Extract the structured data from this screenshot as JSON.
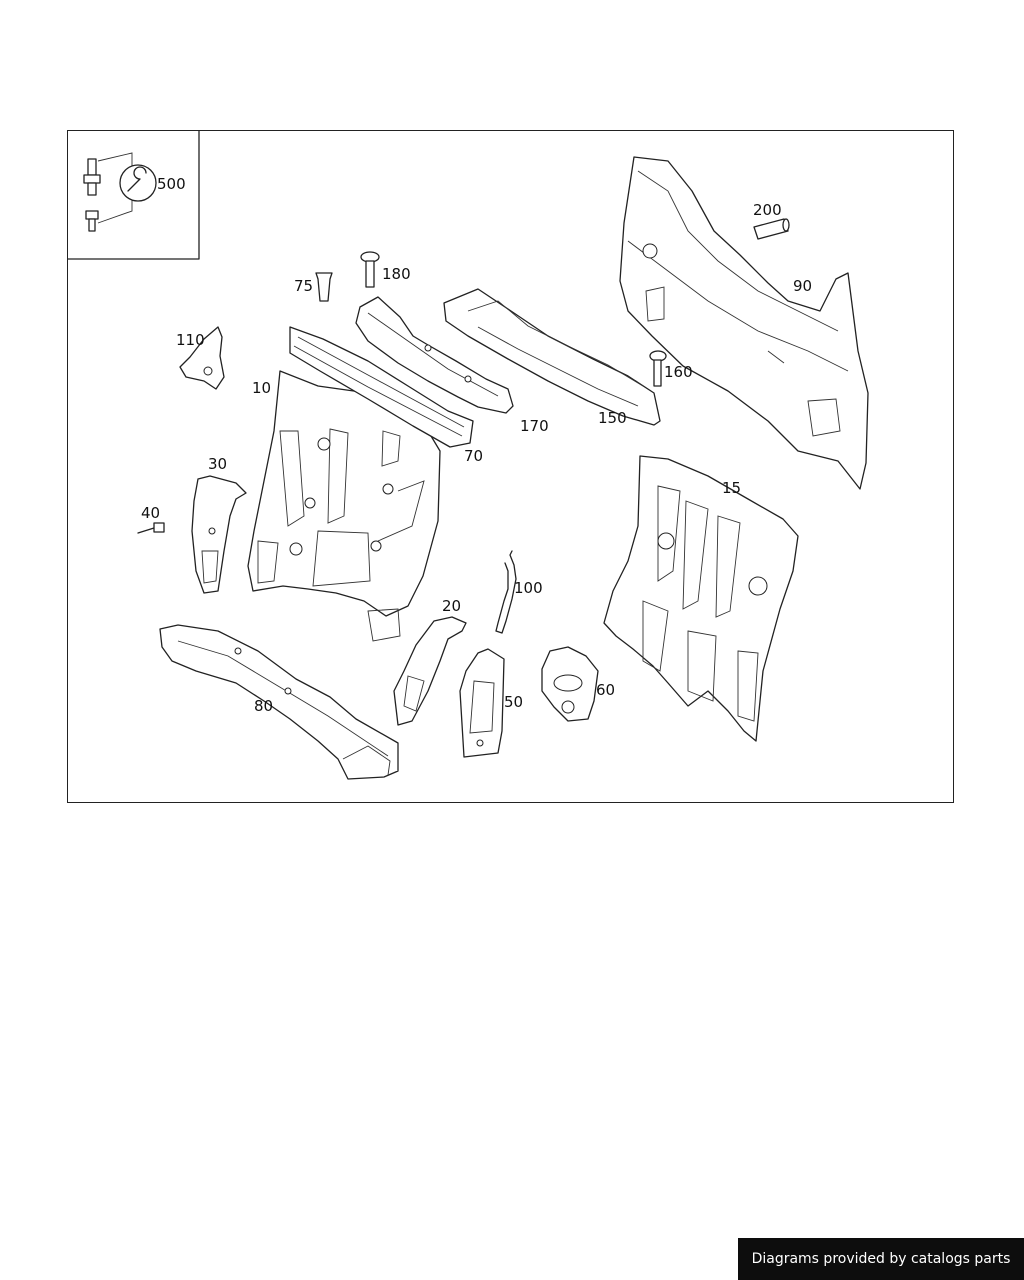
{
  "diagram": {
    "callouts": {
      "c10": "10",
      "c15": "15",
      "c20": "20",
      "c30": "30",
      "c40": "40",
      "c50": "50",
      "c60": "60",
      "c70": "70",
      "c75": "75",
      "c80": "80",
      "c90": "90",
      "c100": "100",
      "c110": "110",
      "c150": "150",
      "c160": "160",
      "c170": "170",
      "c180": "180",
      "c200": "200",
      "c500": "500"
    }
  },
  "footer": {
    "credit": "Diagrams provided by catalogs parts"
  },
  "colors": {
    "line": "#222222",
    "badge_bg": "#0d0d0d",
    "badge_text": "#ffffff"
  }
}
